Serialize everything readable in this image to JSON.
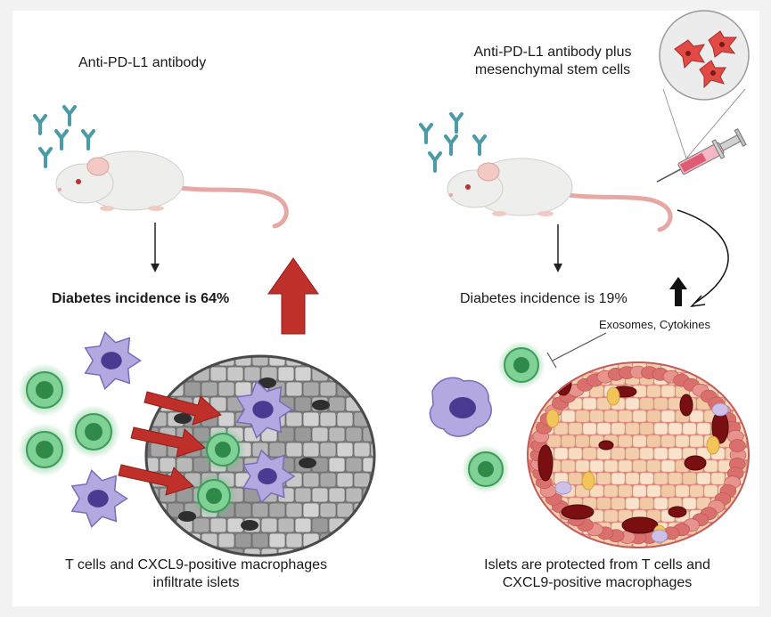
{
  "left": {
    "title": "Anti-PD-L1 antibody",
    "incidence": "Diabetes incidence is 64%",
    "caption_line1": "T cells and CXCL9-positive macrophages",
    "caption_line2": "infiltrate islets"
  },
  "right": {
    "title_line1": "Anti-PD-L1 antibody plus",
    "title_line2": "mesenchymal stem cells",
    "incidence": "Diabetes incidence is 19%",
    "secreted_factors": "Exosomes, Cytokines",
    "caption_line1": "Islets are protected from T cells and",
    "caption_line2": "CXCL9-positive macrophages"
  },
  "colors": {
    "antibody": "#4b9aa8",
    "mouse_body": "#eeeeec",
    "mouse_ear": "#f3c9c3",
    "red_arrow": "#c0302a",
    "t_cell": "#5cc07a",
    "macrophage": "#a99ad8",
    "islet_diseased": "#8c8c8c",
    "islet_healthy": "#f6d6b8",
    "islet_border": "#e0807f",
    "stem_cell": "#e24a45"
  }
}
